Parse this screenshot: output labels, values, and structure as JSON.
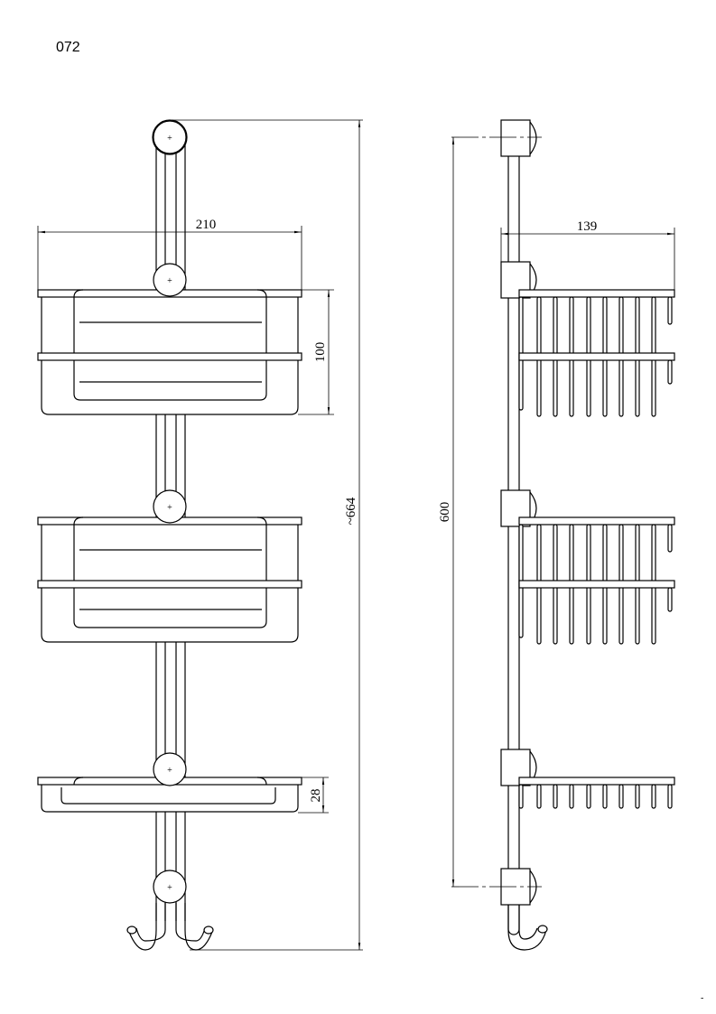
{
  "drawing": {
    "code": "072",
    "corner_mark": "-",
    "front_view": {
      "dim_width": "210",
      "dim_basket_height": "100",
      "dim_total_height": "~664",
      "dim_soap_dish_height": "28"
    },
    "side_view": {
      "dim_depth": "139",
      "dim_mount_spacing": "600"
    }
  }
}
